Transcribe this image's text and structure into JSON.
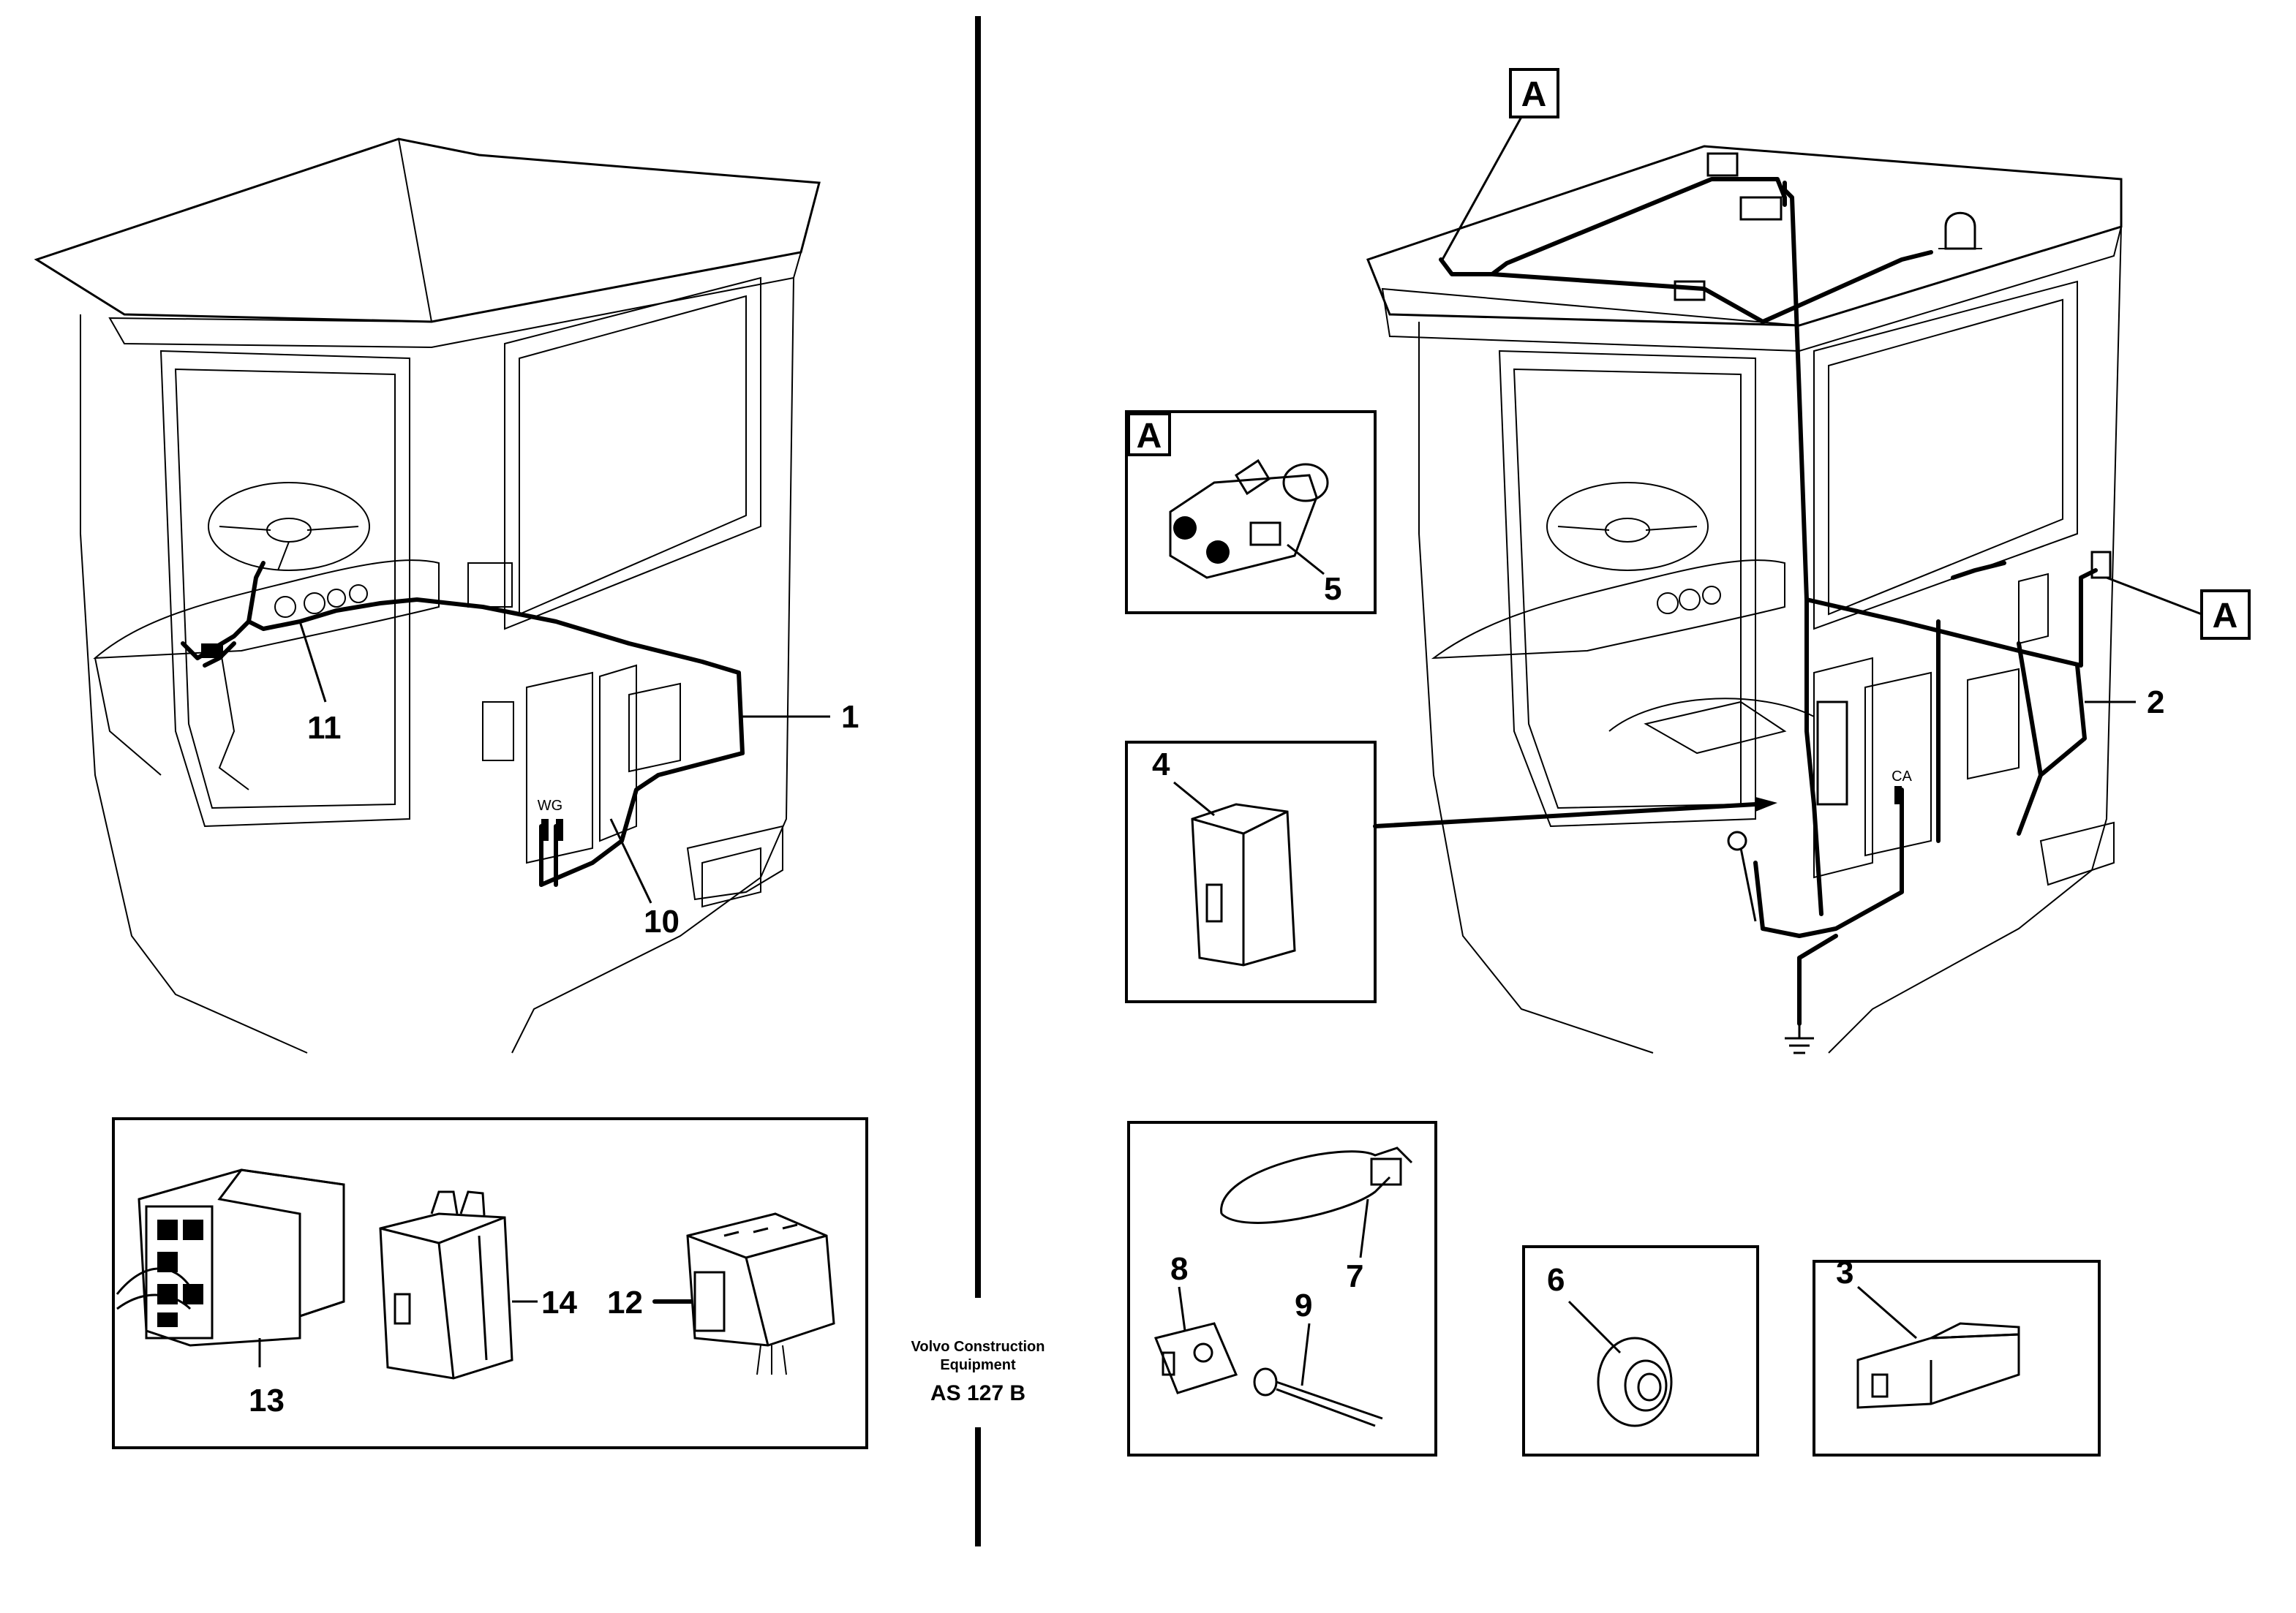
{
  "diagram": {
    "labels": {
      "p1": "1",
      "p2": "2",
      "p3": "3",
      "p4": "4",
      "p5": "5",
      "p6": "6",
      "p7": "7",
      "p8": "8",
      "p9": "9",
      "p10": "10",
      "p11": "11",
      "p12": "12",
      "p13": "13",
      "p14": "14"
    },
    "callout_letter": "A",
    "connector_marks": {
      "left_box": "WG",
      "right_box": "CA"
    }
  },
  "footer": {
    "line1": "Volvo Construction",
    "line2": "Equipment",
    "code": "AS 127 B"
  }
}
